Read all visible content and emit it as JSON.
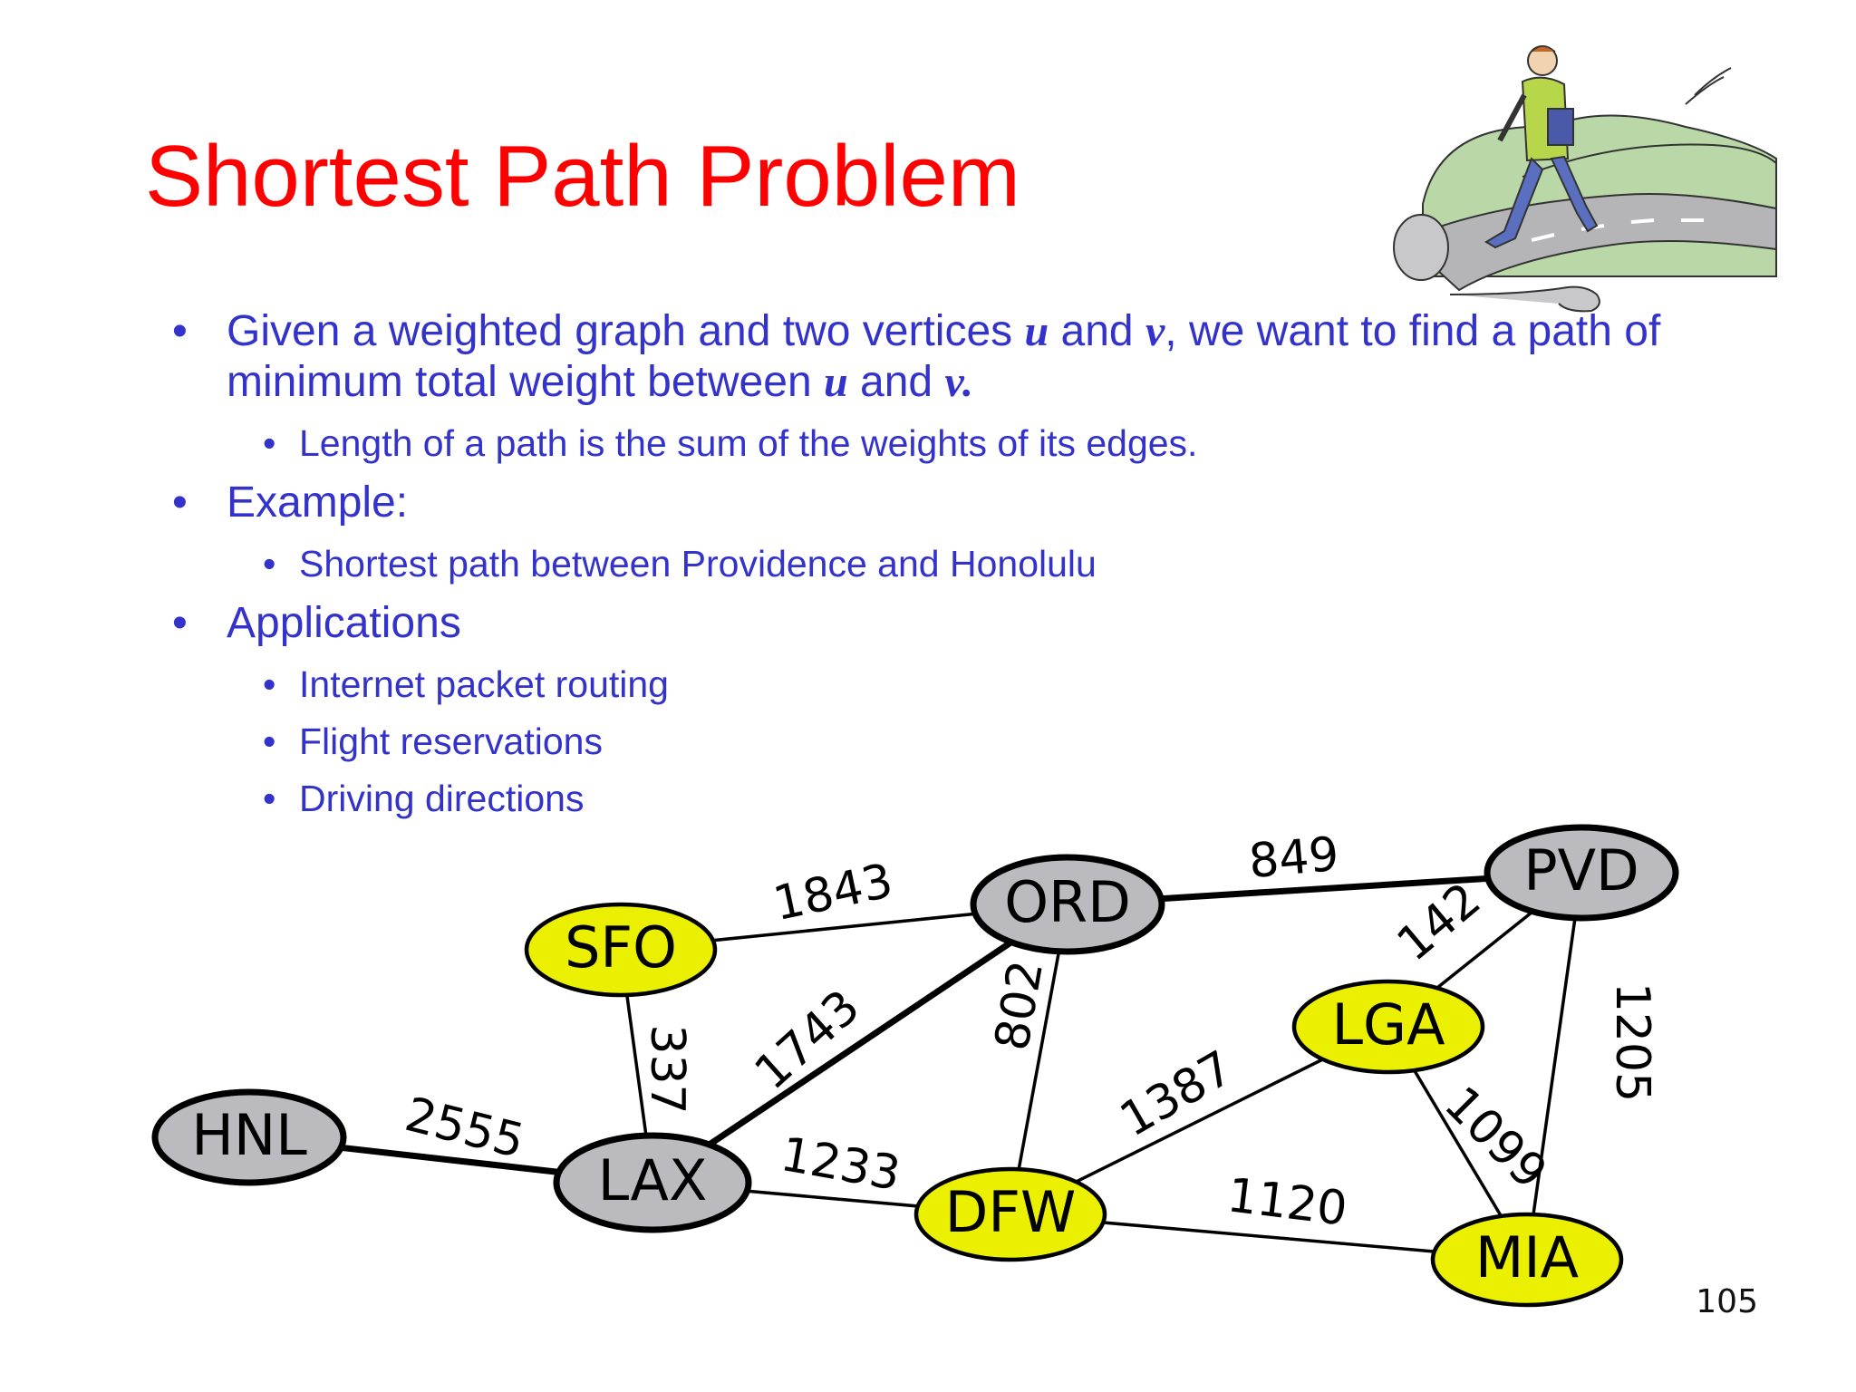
{
  "slide": {
    "title": "Shortest Path Problem",
    "page_number": "105"
  },
  "bullets": {
    "b1": {
      "part1": "Given a weighted graph and two vertices ",
      "u": "u",
      "part2": " and ",
      "v": "v",
      "part3": ", we want to find a path of minimum total weight between ",
      "u2": "u",
      "part4": " and ",
      "v2": "v."
    },
    "b1_sub": "Length of a path is the sum of the weights of its edges.",
    "b2": "Example:",
    "b2_sub": "Shortest path between Providence and Honolulu",
    "b3": "Applications",
    "b3_subs": [
      "Internet packet routing",
      "Flight reservations",
      "Driving directions"
    ]
  },
  "graph": {
    "nodes": [
      "HNL",
      "SFO",
      "LAX",
      "ORD",
      "DFW",
      "LGA",
      "PVD",
      "MIA"
    ],
    "edges": [
      {
        "from": "HNL",
        "to": "LAX",
        "weight": "2555",
        "on_shortest_path": true
      },
      {
        "from": "SFO",
        "to": "LAX",
        "weight": "337",
        "on_shortest_path": false
      },
      {
        "from": "SFO",
        "to": "ORD",
        "weight": "1843",
        "on_shortest_path": false
      },
      {
        "from": "LAX",
        "to": "ORD",
        "weight": "1743",
        "on_shortest_path": true
      },
      {
        "from": "LAX",
        "to": "DFW",
        "weight": "1233",
        "on_shortest_path": false
      },
      {
        "from": "ORD",
        "to": "DFW",
        "weight": "802",
        "on_shortest_path": false
      },
      {
        "from": "ORD",
        "to": "PVD",
        "weight": "849",
        "on_shortest_path": true
      },
      {
        "from": "DFW",
        "to": "LGA",
        "weight": "1387",
        "on_shortest_path": false
      },
      {
        "from": "DFW",
        "to": "MIA",
        "weight": "1120",
        "on_shortest_path": false
      },
      {
        "from": "LGA",
        "to": "PVD",
        "weight": "142",
        "on_shortest_path": false
      },
      {
        "from": "LGA",
        "to": "MIA",
        "weight": "1099",
        "on_shortest_path": false
      },
      {
        "from": "PVD",
        "to": "MIA",
        "weight": "1205",
        "on_shortest_path": false
      }
    ],
    "colors": {
      "path_node_fill": "#bbbbbf",
      "other_node_fill": "#ebf000",
      "title": "#ff0000",
      "bullet_text": "#3333cc"
    }
  }
}
